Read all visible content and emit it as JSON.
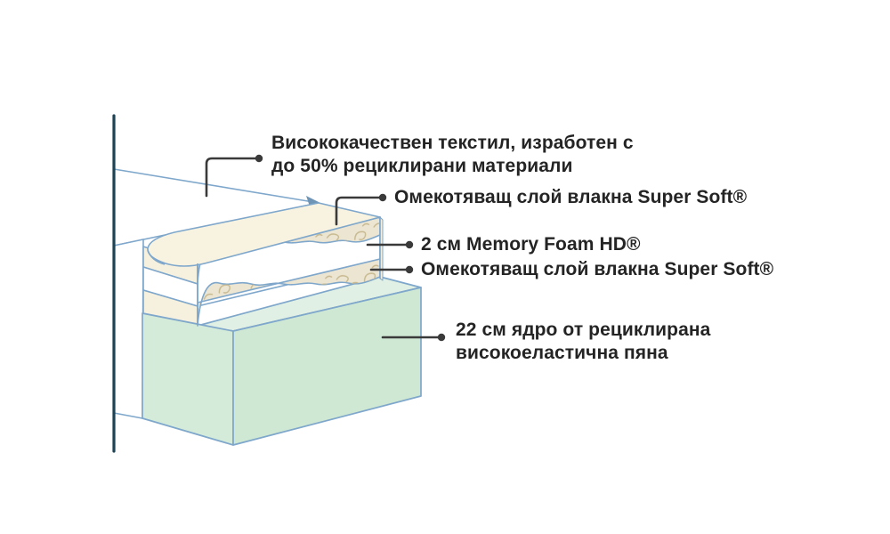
{
  "diagram": {
    "type": "mattress-layer-cross-section",
    "labels": {
      "textile": {
        "line1": "Висококачествен текстил, изработен с",
        "line2": "до 50% рециклирани материали"
      },
      "supersoft_top": {
        "line1": "Омекотяващ слой влакна Super Soft®"
      },
      "memory_foam": {
        "line1": "2 см Memory Foam HD®"
      },
      "supersoft_bottom": {
        "line1": "Омекотяващ слой влакна Super Soft®"
      },
      "core": {
        "line1": "22 см ядро от рециклирана",
        "line2": "високоеластична пяна"
      }
    },
    "colors": {
      "outline": "#7ea7cb",
      "wall_line": "#1d4254",
      "cover_cream": "#f8f3e1",
      "fiber_base": "#ece5d2",
      "fiber_squiggle": "#c7b98f",
      "foam_white": "#ffffff",
      "core_end": "#d5ebda",
      "core_front": "#cfe8d4",
      "core_top": "#e1f0e4",
      "leader": "#3a3a3a",
      "text": "#242424"
    }
  }
}
